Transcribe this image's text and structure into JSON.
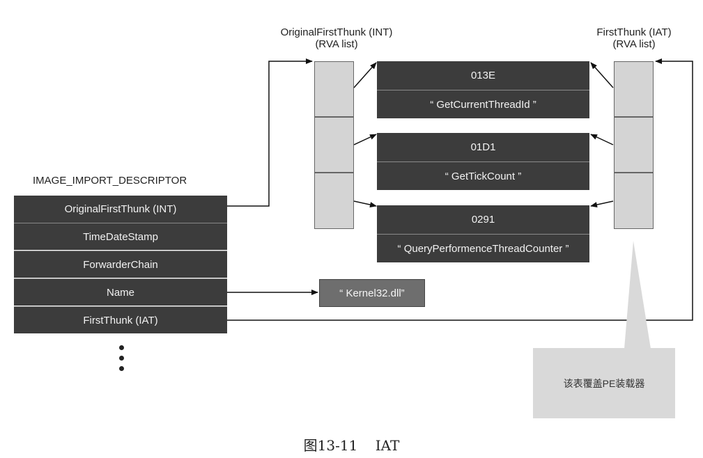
{
  "descriptor": {
    "title": "IMAGE_IMPORT_DESCRIPTOR",
    "fields": [
      "OriginalFirstThunk  (INT)",
      "TimeDateStamp",
      "ForwarderChain",
      "Name",
      "FirstThunk  (IAT)"
    ]
  },
  "int_array": {
    "title_line1": "OriginalFirstThunk  (INT)",
    "title_line2": "(RVA list)"
  },
  "iat_array": {
    "title_line1": "FirstThunk  (IAT)",
    "title_line2": "(RVA list)"
  },
  "hint_names": [
    {
      "hint": "013E",
      "name": "“ GetCurrentThreadId ”"
    },
    {
      "hint": "01D1",
      "name": "“ GetTickCount ”"
    },
    {
      "hint": "0291",
      "name": "“ QueryPerformenceThreadCounter ”"
    }
  ],
  "dll_name": "“ Kernel32.dll”",
  "callout": "该表覆盖PE装载器",
  "caption": "图13-11    IAT",
  "colors": {
    "dark_box": "#3c3c3c",
    "thunk_fill": "#d4d4d4",
    "dll_box": "#6e6e6e",
    "callout": "#d9d9d9"
  }
}
